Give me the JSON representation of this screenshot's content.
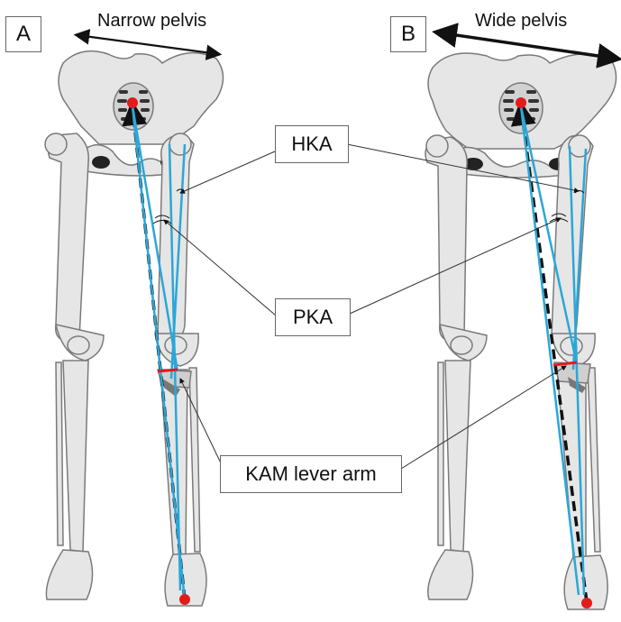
{
  "panels": [
    {
      "letter": "A",
      "title": "Narrow pelvis"
    },
    {
      "letter": "B",
      "title": "Wide pelvis"
    }
  ],
  "callouts": {
    "hka": "HKA",
    "pka": "PKA",
    "kam": "KAM lever arm"
  },
  "colors": {
    "bone_fill": "#e6e6e6",
    "bone_stroke": "#7a7a7a",
    "axis_blue": "#2aa7d8",
    "load_line": "#111111",
    "joint_center": "#e21b1b",
    "lever_arm": "#e21b1b"
  }
}
